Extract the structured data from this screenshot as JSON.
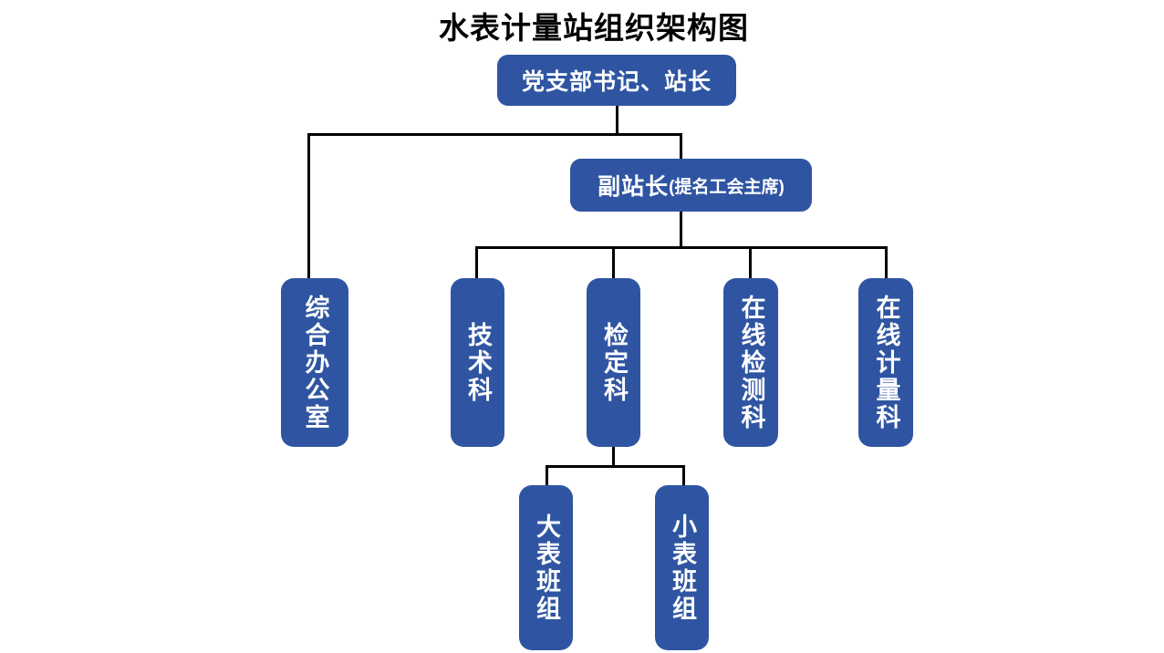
{
  "title": "水表计量站组织架构图",
  "colors": {
    "node_fill": "#2f55a2",
    "node_text": "#ffffff",
    "connector": "#000000",
    "title_text": "#000000",
    "background": "#ffffff"
  },
  "org": {
    "root": {
      "label": "党支部书记、站长"
    },
    "deputy": {
      "label_main": "副站长",
      "label_sub": "(提名工会主席)"
    },
    "departments": [
      {
        "label": "综合办公室"
      },
      {
        "label": "技术科"
      },
      {
        "label": "检定科"
      },
      {
        "label": "在线检测科"
      },
      {
        "label": "在线计量科"
      }
    ],
    "teams": [
      {
        "label": "大表班组"
      },
      {
        "label": "小表班组"
      }
    ]
  }
}
